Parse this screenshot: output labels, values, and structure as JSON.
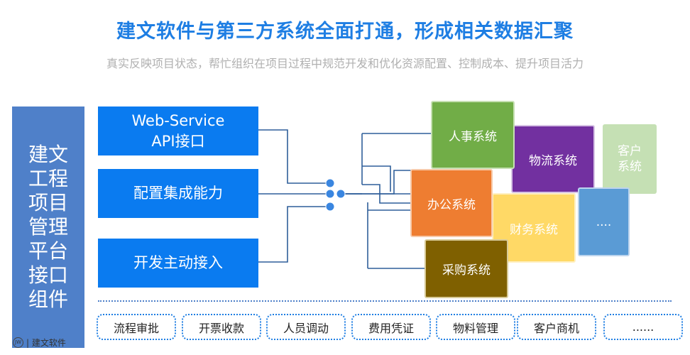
{
  "header": {
    "title": "建文软件与第三方系统全面打通，形成相关数据汇聚",
    "subtitle": "真实反映项目状态，帮忙组织在项目过程中规范开发和优化资源配置、控制成本、提升项目活力"
  },
  "platform": {
    "label": "建文工程项目管理平台接口组件"
  },
  "features": {
    "f1_line1": "Web-Service",
    "f1_line2": "API接口",
    "f2": "配置集成能力",
    "f3": "开发主动接入"
  },
  "systems": {
    "hr": "人事系统",
    "logistics": "物流系统",
    "customer_line1": "客户",
    "customer_line2": "系统",
    "office": "办公系统",
    "finance": "财务系统",
    "more": "....",
    "purchase": "采购系统"
  },
  "modules": [
    "流程审批",
    "开票收款",
    "人员调动",
    "费用凭证",
    "物料管理",
    "客户商机",
    "......"
  ],
  "footer": {
    "logo_text": "| 建文软件",
    "logo_mark": "JW"
  },
  "colors": {
    "title": "#1e7ee3",
    "platform": "#4f80c9",
    "feature": "#0a7bf0",
    "hr": "#71ad47",
    "logistics": "#7230a0",
    "customer": "#c5e0b4",
    "office": "#ee7d31",
    "finance": "#ffd966",
    "more": "#5a9bd5",
    "purchase": "#7f6000"
  }
}
